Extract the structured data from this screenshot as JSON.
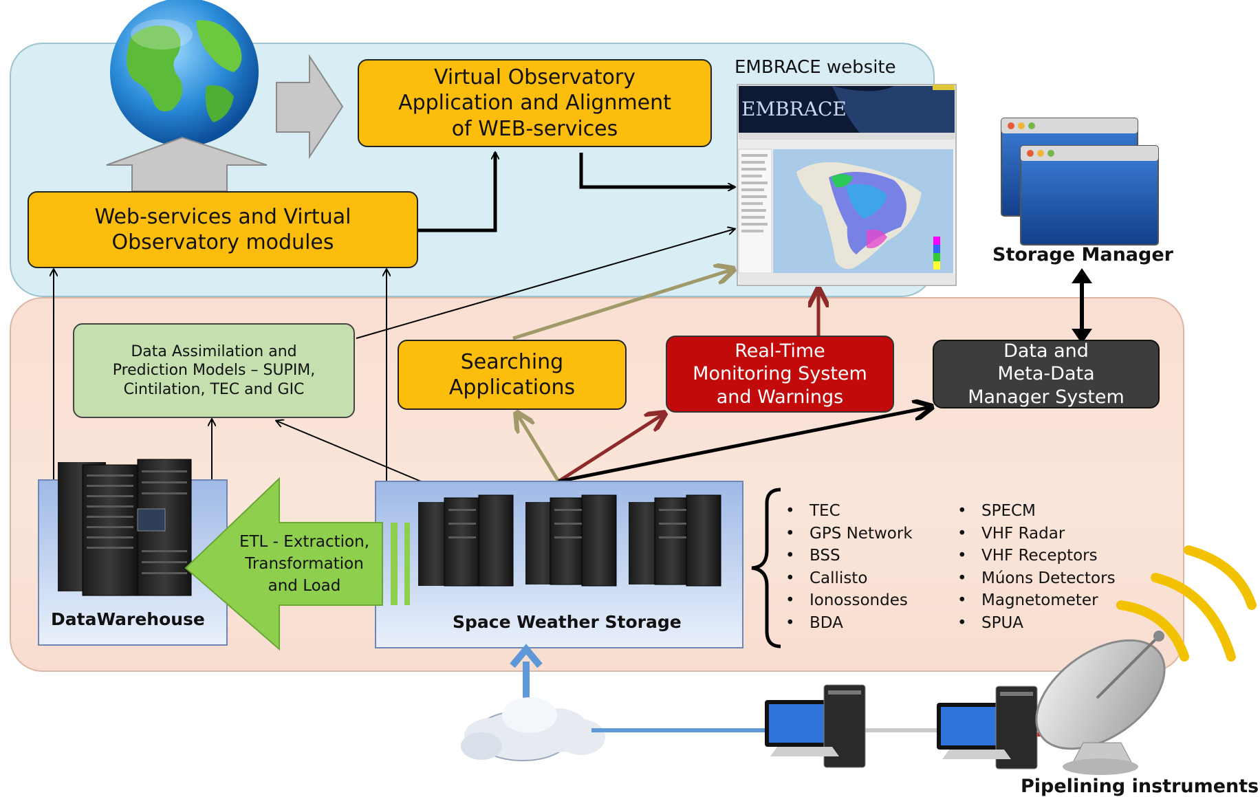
{
  "diagram": {
    "virtual_observatory": "Virtual Observatory\nApplication and Alignment\nof WEB-services",
    "web_services": "Web-services and Virtual\nObservatory modules",
    "embrace_website_label": "EMBRACE website",
    "embrace_banner_title": "EMBRACE",
    "storage_manager": "Storage Manager",
    "data_assimilation": "Data Assimilation and\nPrediction Models – SUPIM,\nCintilation, TEC and GIC",
    "searching_applications": "Searching\nApplications",
    "real_time_monitoring": "Real-Time\nMonitoring System\nand Warnings",
    "data_meta_manager": "Data and\nMeta-Data\nManager System",
    "etl_label": "ETL - Extraction,\nTransformation\nand Load",
    "datawarehouse": "DataWarehouse",
    "space_weather_storage": "Space Weather Storage",
    "instruments_col1": [
      "TEC",
      "GPS Network",
      "BSS",
      "Callisto",
      "Ionossondes",
      "BDA"
    ],
    "instruments_col2": [
      "SPECM",
      "VHF Radar",
      "VHF Receptors",
      "Múons Detectors",
      "Magnetometer",
      "SPUA"
    ],
    "pipelining_instruments": "Pipelining instruments"
  },
  "colors": {
    "top_panel": "#d9edf4",
    "bottom_panel": "#f9dfd1",
    "orange_box": "#fcbd0d",
    "green_box": "#c6dfae",
    "red_box": "#c20a0a",
    "dark_box": "#3d3d3d",
    "etl_arrow": "#8ecf4e",
    "olive_arrow": "#a09a6a",
    "maroon_arrow": "#8e2a2a",
    "blue_arrow": "#5f98d8",
    "signal_waves": "#f2c200"
  },
  "icons": [
    "globe-icon",
    "server-rack-icon",
    "cloud-icon",
    "desktop-computer-icon",
    "satellite-dish-icon",
    "window-icon",
    "signal-waves-icon"
  ]
}
